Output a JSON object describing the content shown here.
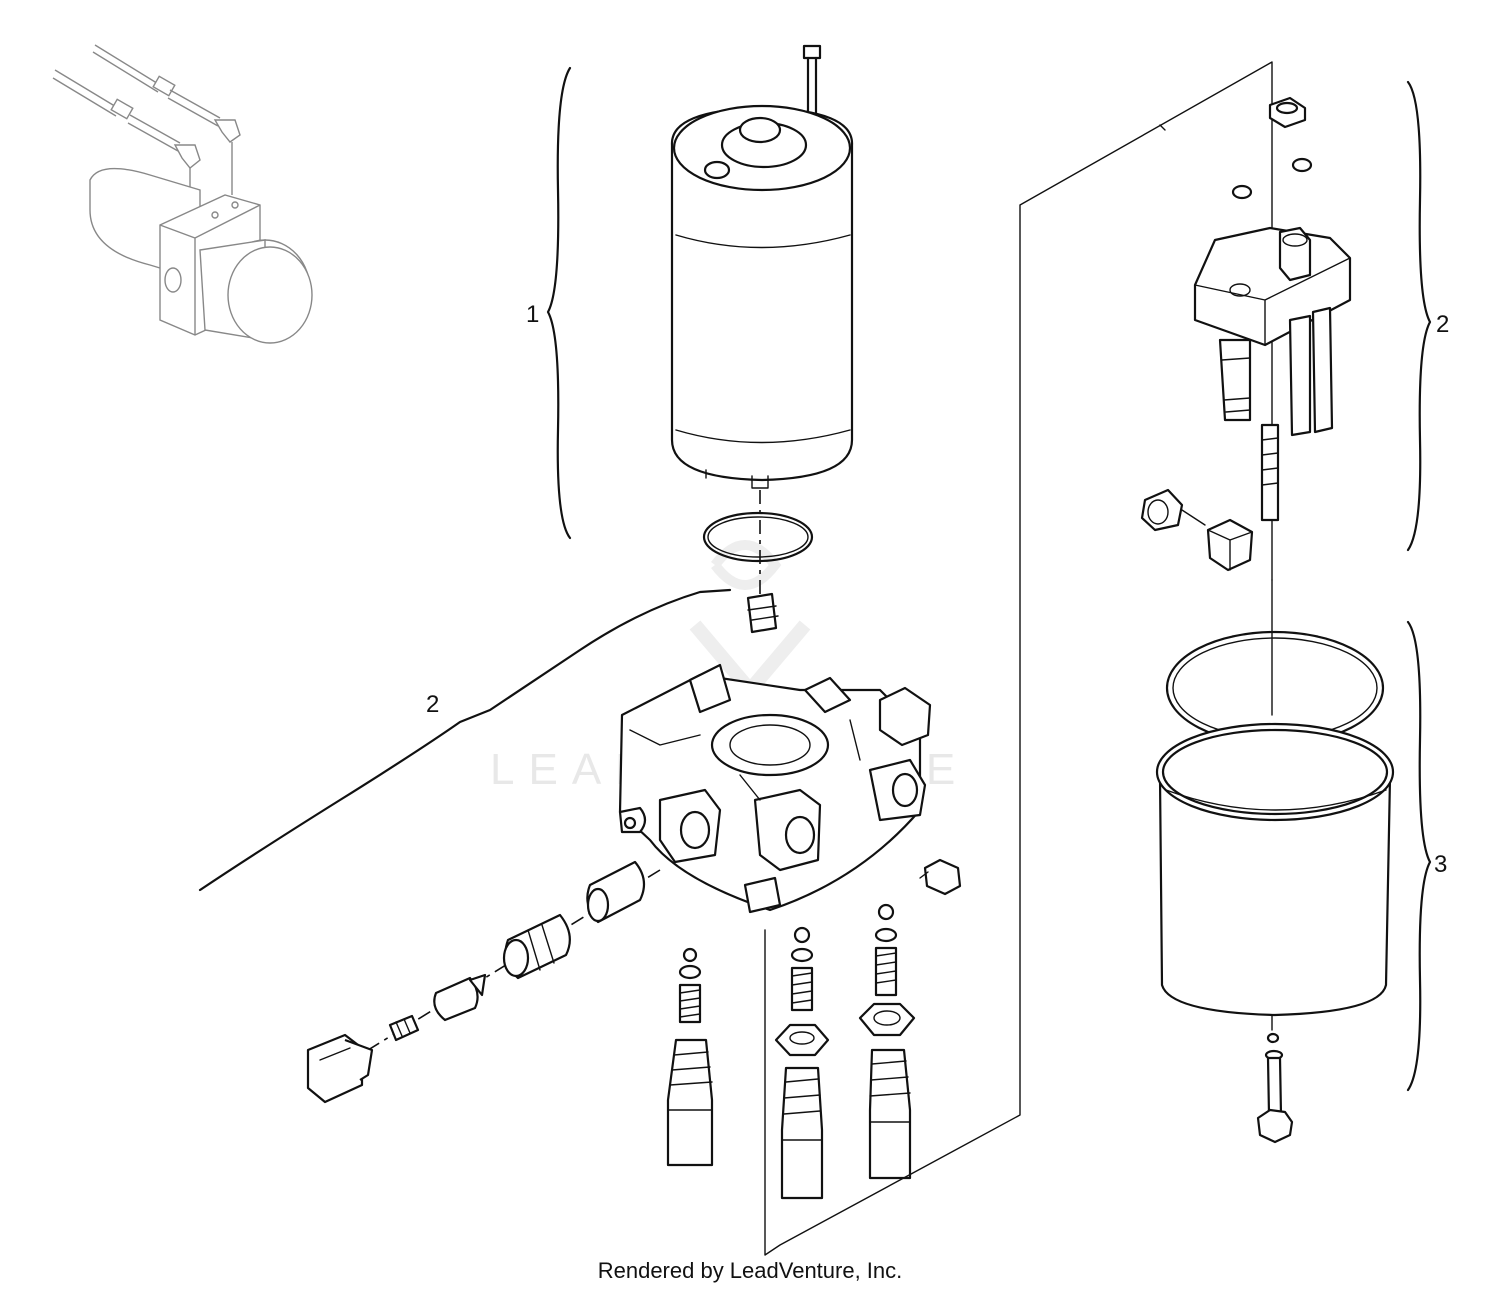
{
  "diagram": {
    "callouts": [
      "1",
      "2",
      "2",
      "3"
    ],
    "watermark": "LEADVENTURE",
    "footer": "Rendered by LeadVenture, Inc."
  }
}
